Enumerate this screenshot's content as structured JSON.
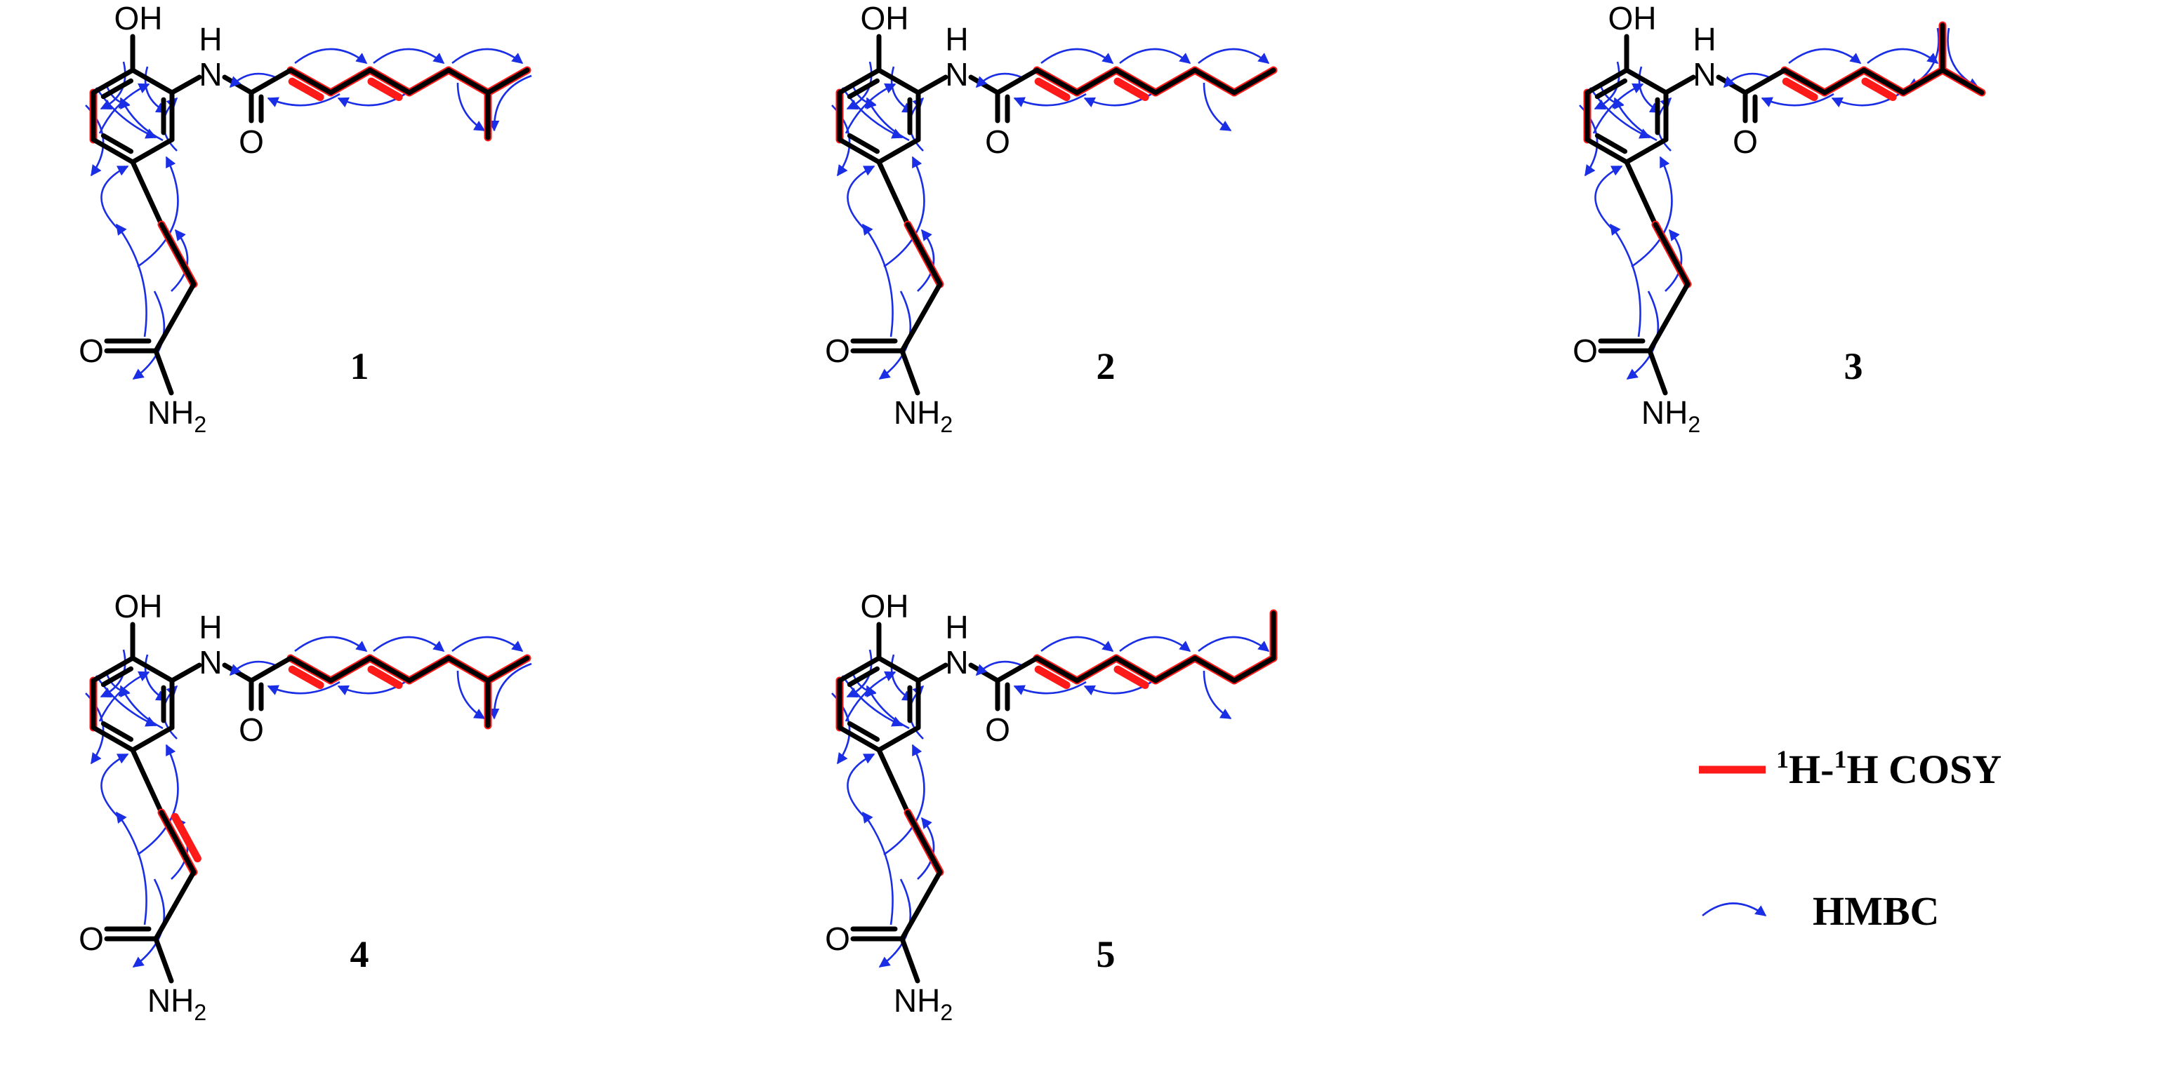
{
  "compounds": [
    {
      "label": "1",
      "tail": "isopropyl",
      "linker": "single"
    },
    {
      "label": "2",
      "tail": "ethyl",
      "linker": "single"
    },
    {
      "label": "3",
      "tail": "short-isopropyl",
      "linker": "single"
    },
    {
      "label": "4",
      "tail": "isopropyl",
      "linker": "double"
    },
    {
      "label": "5",
      "tail": "long-isopropyl",
      "linker": "single"
    }
  ],
  "atom_labels": {
    "oh": "OH",
    "h": "H",
    "n": "N",
    "o": "O",
    "nh": "NH",
    "sub2": "2"
  },
  "legend": {
    "cosy_sup1": "1",
    "cosy_h1": "H-",
    "cosy_sup2": "1",
    "cosy_h2": "H COSY",
    "hmbc": "HMBC"
  },
  "colors": {
    "bond": "#000000",
    "cosy": "#ff1a1a",
    "hmbc": "#1a2ee6"
  }
}
